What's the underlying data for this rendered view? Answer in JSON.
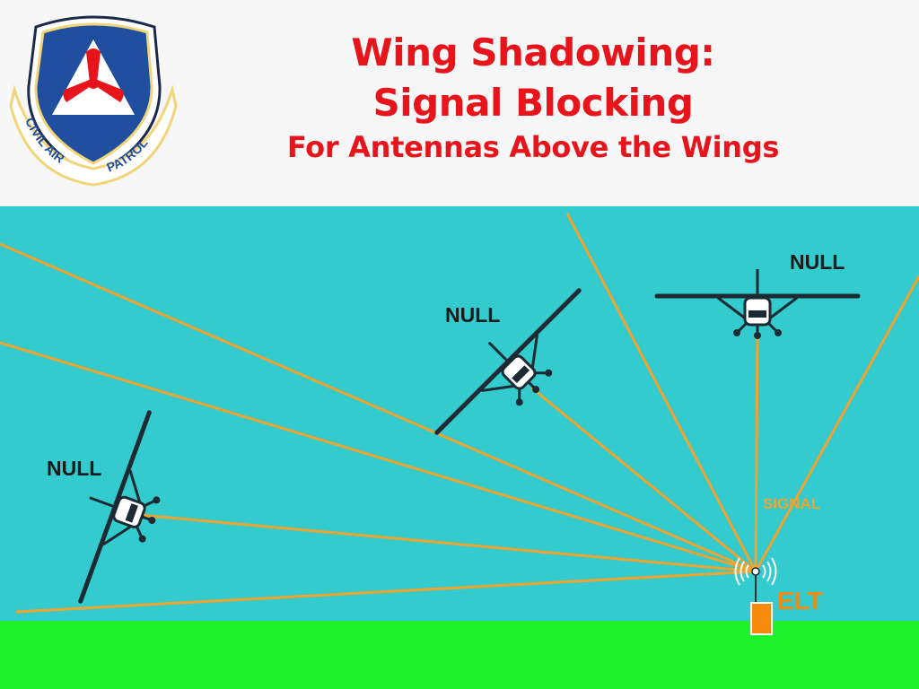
{
  "header": {
    "title_line1": "Wing Shadowing:",
    "title_line2": "Signal Blocking",
    "title_line3": "For Antennas Above the Wings"
  },
  "logo": {
    "ring_text_left": "CIVIL AIR",
    "ring_text_right": "PATROL"
  },
  "diagram": {
    "labels": {
      "null_left": "NULL",
      "null_middle": "NULL",
      "null_right": "NULL",
      "signal": "SIGNAL",
      "elt": "ELT"
    }
  },
  "colors": {
    "sky": "#33cbcd",
    "ground": "#1ff22a",
    "signal_line": "#f0a32e",
    "title": "#e8141b",
    "elt": "#f58a0b",
    "aircraft": "#1c2a33",
    "shield_blue": "#1f4f9e",
    "shield_gold": "#f1d57a"
  }
}
